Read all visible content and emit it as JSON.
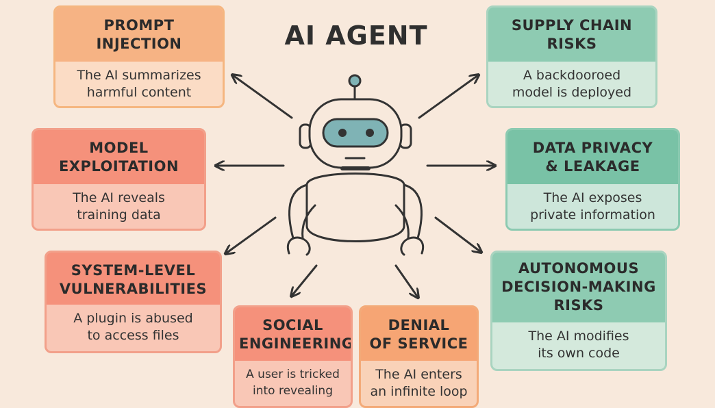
{
  "title": "AI AGENT",
  "cards": [
    {
      "id": "prompt-injection",
      "title": "PROMPT\nINJECTION",
      "desc": "The AI summarizes\nharmful content"
    },
    {
      "id": "model-exploitation",
      "title": "MODEL\nEXPLOITATION",
      "desc": "The AI reveals\ntraining data"
    },
    {
      "id": "system-level-vulnerabilities",
      "title": "SYSTEM-LEVEL\nVULNERABILITIES",
      "desc": "A plugin is abused\nto access files"
    },
    {
      "id": "social-engineering",
      "title": "SOCIAL\nENGINEERING",
      "desc": "A user is tricked\ninto revealing"
    },
    {
      "id": "denial-of-service",
      "title": "DENIAL\nOF SERVICE",
      "desc": "The AI enters\nan infinite loop"
    },
    {
      "id": "supply-chain-risks",
      "title": "SUPPLY CHAIN\nRISKS",
      "desc": "A backdooroed\nmodel is deployed"
    },
    {
      "id": "data-privacy-leakage",
      "title": "DATA PRIVACY\n& LEAKAGE",
      "desc": "The AI exposes\nprivate information"
    },
    {
      "id": "autonomous-decision-making",
      "title": "AUTONOMOUS\nDECISION-MAKING\nRISKS",
      "desc": "The AI modifies\nits own code"
    }
  ],
  "colors": {
    "background": "#f8e9dc",
    "robot_visor": "#7fb3b5",
    "line": "#333333"
  },
  "icons": [
    "robot-icon"
  ]
}
